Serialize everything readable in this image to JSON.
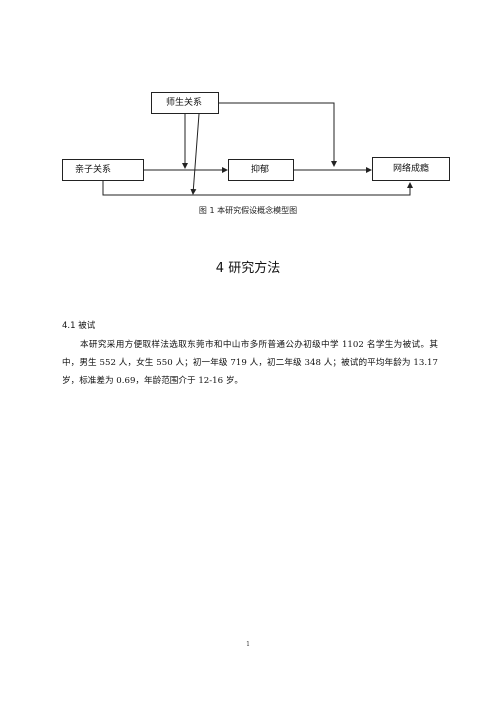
{
  "diagram": {
    "nodes": {
      "teacher_student": "师生关系",
      "parent_child": "亲子关系",
      "depression": "抑郁",
      "internet_addiction": "网络成瘾"
    },
    "caption": "图 1 本研究假设概念模型图"
  },
  "section": {
    "title": "4 研究方法",
    "subsection_title": "4.1 被试",
    "paragraph": "本研究采用方便取样法选取东莞市和中山市多所普通公办初级中学 1102 名学生为被试。其中，男生 552 人，女生 550 人；初一年级 719 人，初二年级 348 人；被试的平均年龄为 13.17 岁，标准差为 0.69，年龄范围介于 12-16 岁。"
  },
  "footer": {
    "page_number": "1"
  }
}
